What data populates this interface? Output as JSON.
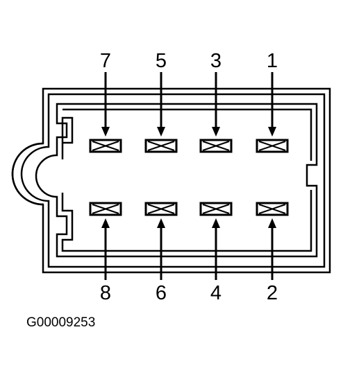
{
  "figure_id": "G00009253",
  "top_row": [
    "7",
    "5",
    "3",
    "1"
  ],
  "bottom_row": [
    "8",
    "6",
    "4",
    "2"
  ],
  "colors": {
    "line": "#000000",
    "background": "#ffffff"
  }
}
